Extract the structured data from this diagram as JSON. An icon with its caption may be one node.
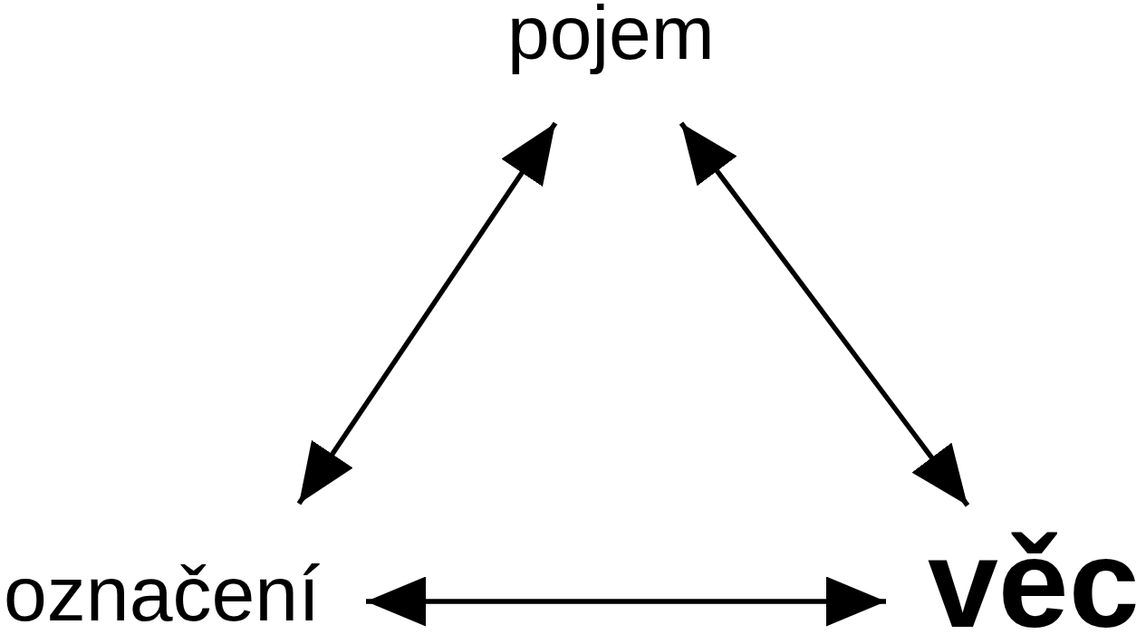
{
  "diagram": {
    "nodes": [
      {
        "text": [
          "pojem"
        ]
      },
      {
        "text": [
          "označení"
        ]
      },
      {
        "text": [
          "věc"
        ]
      }
    ],
    "edges": [
      {
        "from": 1,
        "to": 0,
        "arrow": "both"
      },
      {
        "from": 0,
        "to": 2,
        "arrow": "both"
      },
      {
        "from": 1,
        "to": 2,
        "arrow": "both"
      }
    ]
  }
}
